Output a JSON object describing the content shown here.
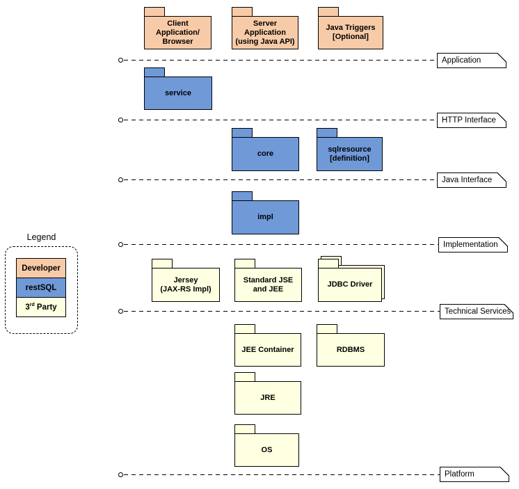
{
  "colors": {
    "developer": "#F8CBA8",
    "restsql": "#7099D8",
    "third_party": "#FFFFE1"
  },
  "layers": {
    "application": {
      "label": "Application"
    },
    "http_interface": {
      "label": "HTTP Interface"
    },
    "java_interface": {
      "label": "Java Interface"
    },
    "implementation": {
      "label": "Implementation"
    },
    "technical_services": {
      "label": "Technical Services"
    },
    "platform": {
      "label": "Platform"
    }
  },
  "packages": {
    "client_application": {
      "label": "Client\nApplication/\nBrowser"
    },
    "server_application": {
      "label": "Server\nApplication\n(using Java API)"
    },
    "java_triggers": {
      "label": "Java Triggers\n[Optional]"
    },
    "service": {
      "label": "service"
    },
    "core": {
      "label": "core"
    },
    "sqlresource": {
      "label": "sqlresource\n[definition]"
    },
    "impl": {
      "label": "impl"
    },
    "jersey": {
      "label": "Jersey\n(JAX-RS Impl)"
    },
    "standard_jse": {
      "label": "Standard JSE\nand JEE"
    },
    "jdbc_driver": {
      "label": "JDBC Driver"
    },
    "jee_container": {
      "label": "JEE Container"
    },
    "rdbms": {
      "label": "RDBMS"
    },
    "jre": {
      "label": "JRE"
    },
    "os": {
      "label": "OS"
    }
  },
  "legend": {
    "title": "Legend",
    "items": {
      "developer": {
        "label": "Developer"
      },
      "restsql": {
        "label": "restSQL"
      },
      "third_party": {
        "prefix": "3",
        "sup": "rd",
        "suffix": " Party"
      }
    }
  }
}
